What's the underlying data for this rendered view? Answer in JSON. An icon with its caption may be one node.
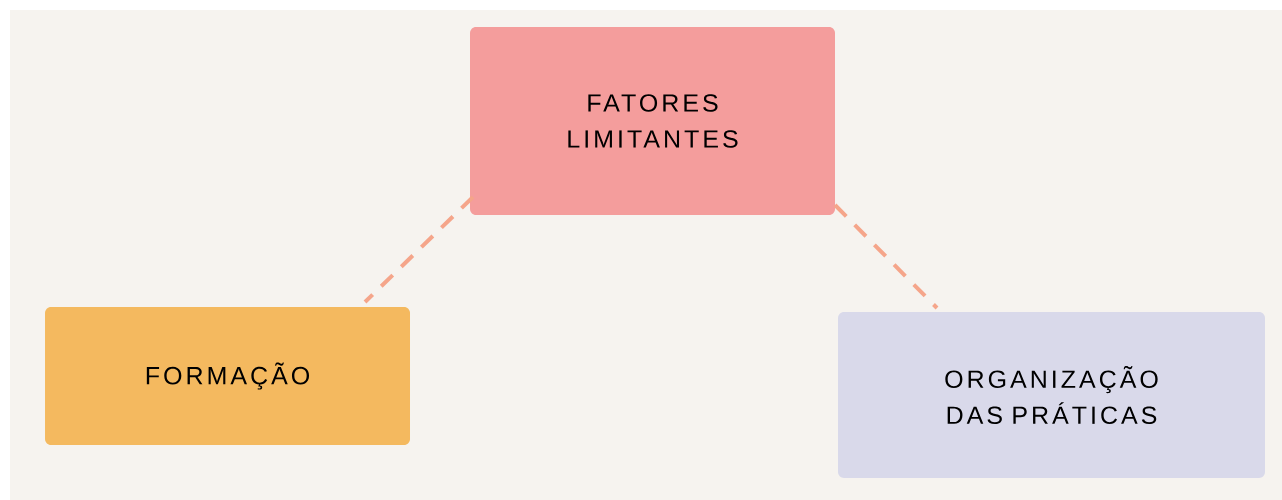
{
  "diagram": {
    "nodes": [
      {
        "text": [
          "FATORES LIMITANTES"
        ]
      },
      {
        "text": [
          "FORMAÇÃO"
        ]
      },
      {
        "text": [
          "ORGANIZAÇÃO DAS PRÁTICAS"
        ]
      }
    ],
    "edges": [
      {
        "from": 0,
        "to": 1,
        "arrow": "none",
        "style": "dashed"
      },
      {
        "from": 0,
        "to": 2,
        "arrow": "none",
        "style": "dashed"
      }
    ]
  }
}
